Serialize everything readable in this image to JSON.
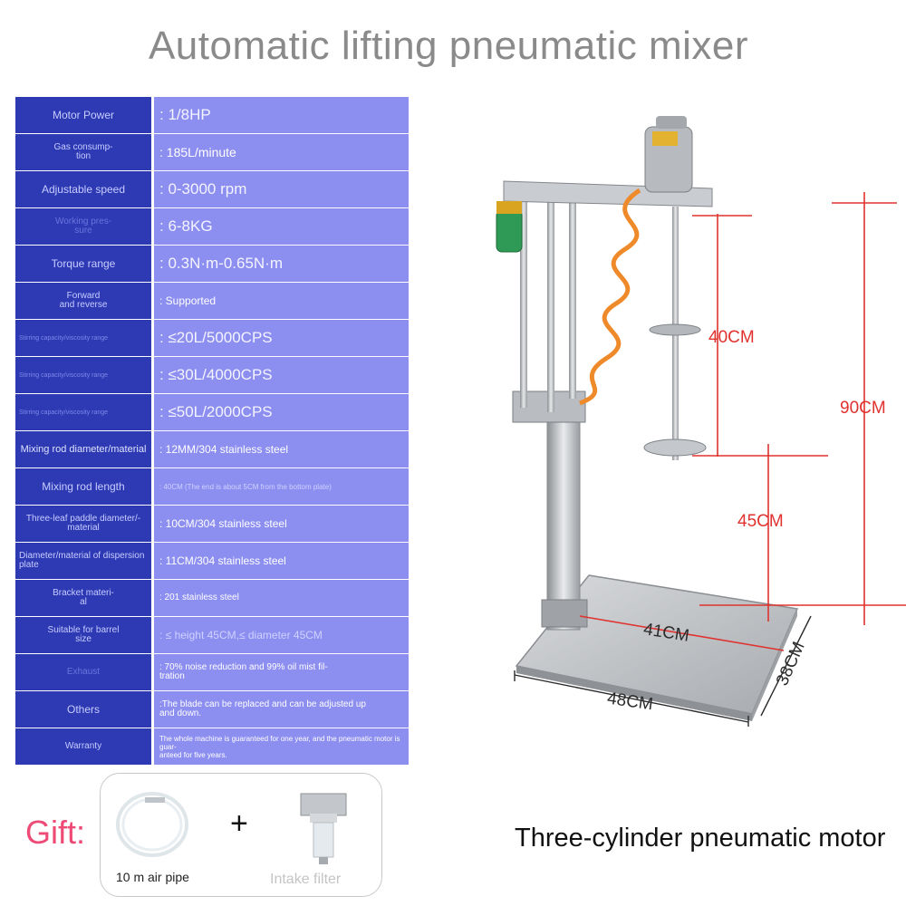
{
  "title": "Automatic lifting pneumatic mixer",
  "specs": [
    {
      "label": "Motor Power",
      "value": ": 1/8HP"
    },
    {
      "label": "Gas consump-\ntion",
      "value": ": 185L/minute"
    },
    {
      "label": "Adjustable speed",
      "value": ": 0-3000 rpm"
    },
    {
      "label": "Working pres-\nsure",
      "value": ": 6-8KG"
    },
    {
      "label": "Torque range",
      "value": ": 0.3N·m-0.65N·m"
    },
    {
      "label": "Forward\nand reverse",
      "value": ": Supported"
    },
    {
      "label": "Stirring capacity/viscosity range",
      "value": ": ≤20L/5000CPS"
    },
    {
      "label": "Stirring capacity/viscosity range",
      "value": ": ≤30L/4000CPS"
    },
    {
      "label": "Stirring capacity/viscosity range",
      "value": ": ≤50L/2000CPS"
    },
    {
      "label": "Mixing rod diameter/material",
      "value": ": 12MM/304 stainless steel"
    },
    {
      "label": "Mixing rod length",
      "value": ": 40CM (The end is about 5CM from the bottom plate)"
    },
    {
      "label": "Three-leaf paddle diameter/-\nmaterial",
      "value": ": 10CM/304 stainless steel"
    },
    {
      "label": "Diameter/material of dispersion plate",
      "value": ": 11CM/304 stainless steel"
    },
    {
      "label": "Bracket materi-\nal",
      "value": ": 201 stainless steel"
    },
    {
      "label": "Suitable for barrel\nsize",
      "value": ": ≤ height 45CM,≤ diameter 45CM"
    },
    {
      "label": "Exhaust",
      "value": ": 70% noise reduction and 99% oil mist fil-\ntration"
    },
    {
      "label": "Others",
      "value": ":The blade can be replaced and can be adjusted up\nand down."
    },
    {
      "label": "Warranty",
      "value": "The whole machine is guaranteed for one year, and the pneumatic motor is guar-\nanteed for five years."
    }
  ],
  "gift": {
    "label": "Gift:",
    "plus": "+",
    "item1": "10 m air pipe",
    "item2": "Intake filter"
  },
  "motor_caption": "Three-cylinder pneumatic motor",
  "dimensions": {
    "rod": "40CM",
    "total": "90CM",
    "clearance": "45CM",
    "base_width": "41CM",
    "base_length": "48CM",
    "base_depth": "38CM"
  },
  "colors": {
    "label_bg": "#2d3ab4",
    "value_bg": "#8c8ef0",
    "dimension_red": "#e0322e",
    "gift_pink": "#ee4a76"
  }
}
